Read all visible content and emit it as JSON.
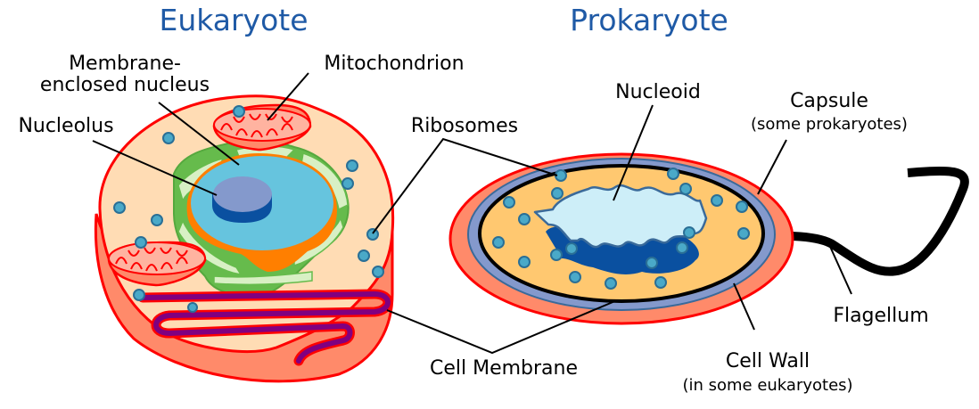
{
  "titles": {
    "eukaryote": "Eukaryote",
    "prokaryote": "Prokaryote"
  },
  "labels": {
    "membrane_nucleus_line1": "Membrane-",
    "membrane_nucleus_line2": "enclosed nucleus",
    "mitochondrion": "Mitochondrion",
    "nucleolus": "Nucleolus",
    "ribosomes": "Ribosomes",
    "nucleoid": "Nucleoid",
    "capsule": "Capsule",
    "capsule_note": "(some prokaryotes)",
    "flagellum": "Flagellum",
    "cell_membrane": "Cell Membrane",
    "cell_wall": "Cell Wall",
    "cell_wall_note": "(in some eukaryotes)"
  },
  "colors": {
    "title_blue": "#1f5aa6",
    "membrane_red": "#ff0000",
    "cell_side_salmon": "#ff8a6a",
    "cytoplasm_peach": "#ffdcb4",
    "prokaryote_cytoplasm": "#ffc870",
    "nucleus_blue": "#66c4de",
    "nucleolus_lavender": "#8499cc",
    "nucleolus_dark": "#0a50a0",
    "nuclear_envelope_orange": "#ff7f00",
    "er_green": "#66bb4c",
    "er_light_green": "#d8f0c4",
    "er_purple": "#800080",
    "ribosome_teal": "#4aa9c8",
    "cell_wall_periwinkle": "#8499cc",
    "nucleoid_light": "#cdeef8",
    "mitochondrion_salmon": "#ff8a6a"
  }
}
